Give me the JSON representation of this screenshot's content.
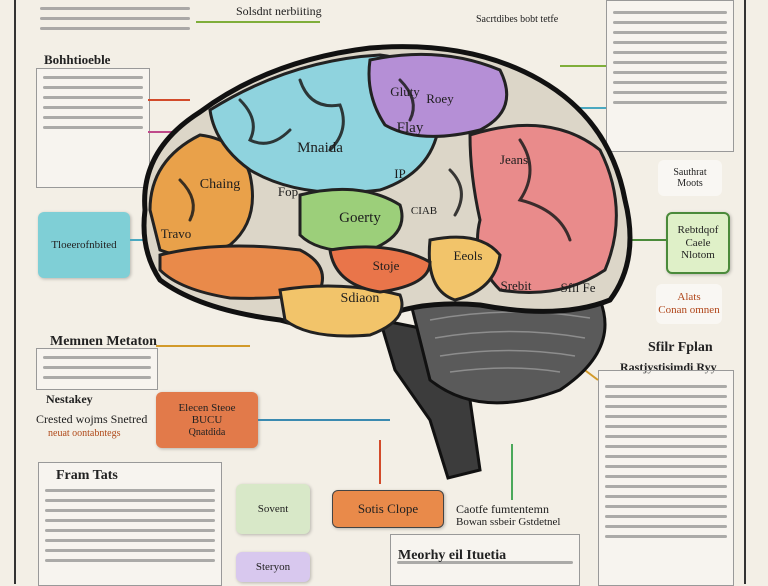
{
  "headings": {
    "top_left_panel": "Bohhtioeble",
    "mid_left_panel": "Memnen Metaton",
    "mid_left_sub": "Nestakey",
    "mid_left_caption": "Crested wojms Snetred",
    "mid_left_caption2": "neuat oontabntegs",
    "bottom_left_panel": "Fram Tats",
    "right_panel": "Sfilr Fplan",
    "right_panel_sub": "Rastjystisimdi Ryy",
    "bottom_center_panel": "Meorhy eil Ituetia",
    "bottom_center_label": "Caotfe fumtentemn",
    "bottom_center_label2": "Bowan ssbeir Gstdetnel",
    "top_center_label": "Solsdnt nerbiiting",
    "right_top_label": "Sacrtdibes bobt tetfe"
  },
  "regions": {
    "r1": "Gluty",
    "r2": "Roey",
    "r3": "Flay",
    "r4": "Mnaida",
    "r5": "Jeans",
    "r6": "Chaing",
    "r7": "Fop",
    "r8": "Goerty",
    "r9": "IP",
    "r10": "CIAB",
    "r11": "Travo",
    "r12": "Stoje",
    "r13": "Eeols",
    "r14": "Sdiaon",
    "r15": "Srebit",
    "r16": "Sfil Fe"
  },
  "notes": {
    "left_teal": "Tloeerofnbited",
    "left_orange": "Elecen Steoe\nBUCU",
    "left_orange_sub": "Qnatdida",
    "right_green": "Rebtdqof\nCaele\nNlotom",
    "right_label_top": "Sauthrat\nMoots",
    "right_label_mid": "Alats\nConan omnen",
    "bottom_orange_box": "Sotis Clope",
    "bottom_purple": "Steryon",
    "bottom_green": "Sovent"
  },
  "colors": {
    "background": "#f3efe6",
    "cerebellum": "#4a4a4a",
    "frontal_orange": "#e9a14a",
    "parietal_blue": "#8fd3de",
    "occipital_pink": "#e98b8b",
    "temporal_yellow": "#f2c46a",
    "green_region": "#9ccf7a",
    "purple_region": "#b58fd6"
  }
}
